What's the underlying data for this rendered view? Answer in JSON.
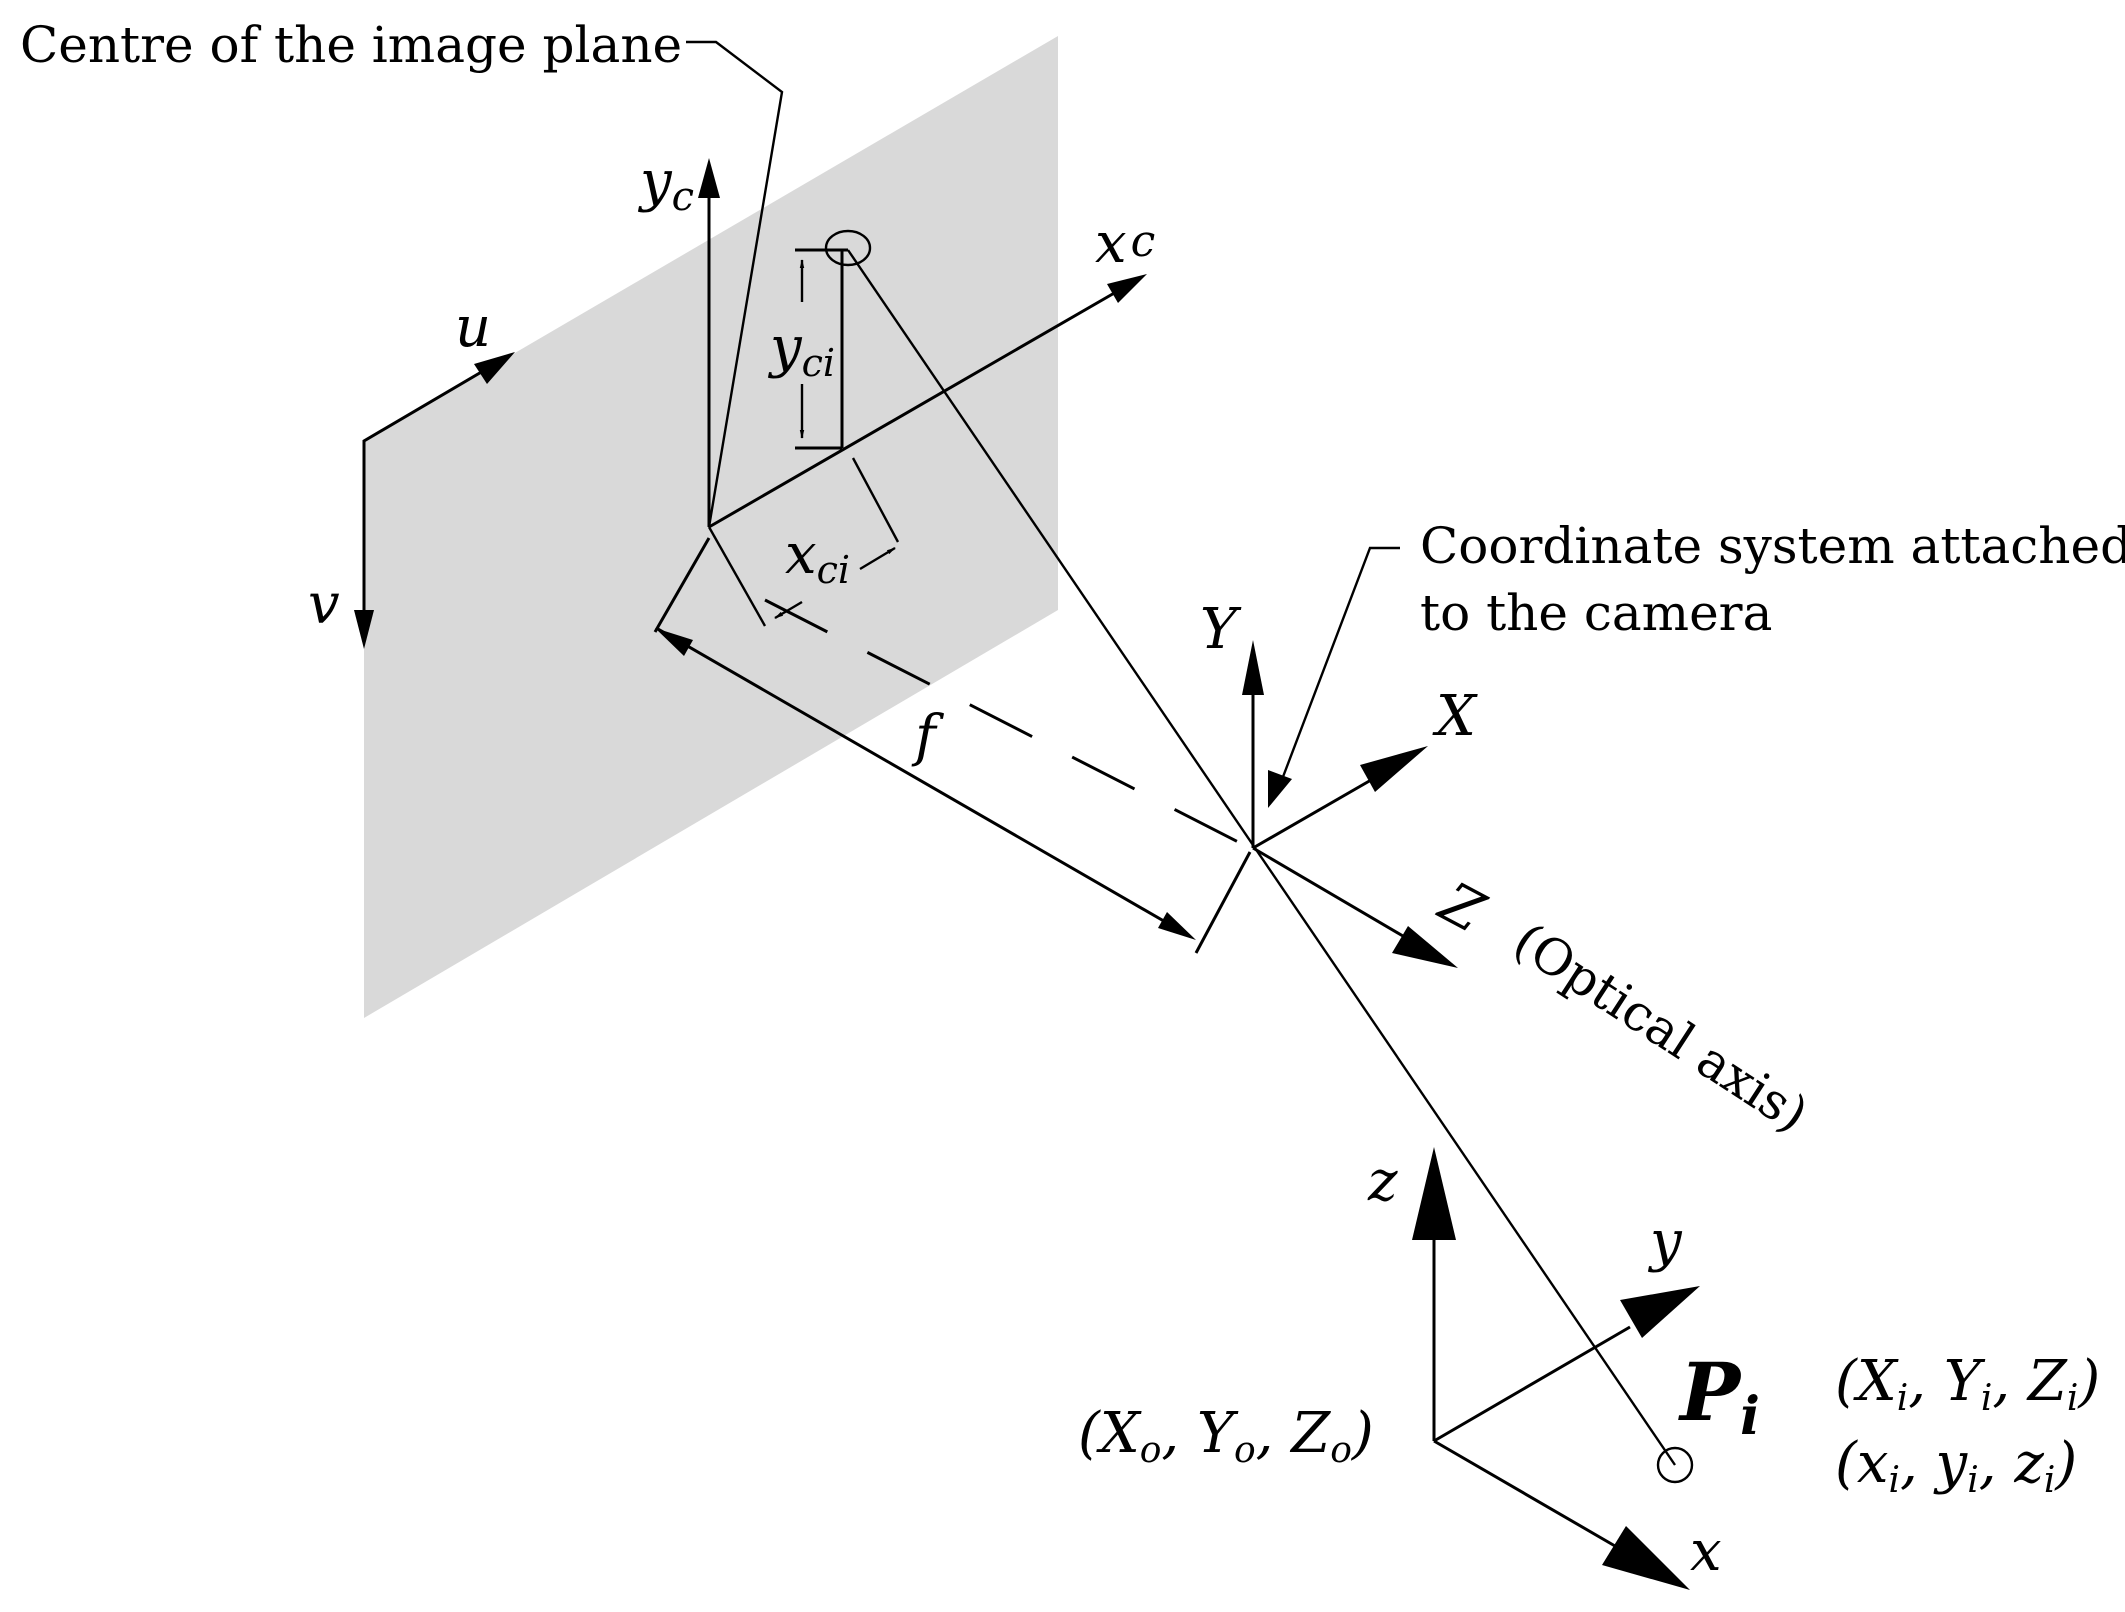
{
  "annotations": {
    "image_plane_centre": "Centre of the image plane",
    "camera_coords_line1": "Coordinate system attached",
    "camera_coords_line2": "to the camera",
    "optical_axis": "(Optical axis)"
  },
  "labels": {
    "u": "u",
    "v": "v",
    "yc": "y",
    "yc_sub": "c",
    "xc": "x",
    "xc_sub": "c",
    "yci": "y",
    "yci_sub": "ci",
    "xci": "x",
    "xci_sub": "ci",
    "f": "f",
    "X": "X",
    "Y": "Y",
    "Z": "Z",
    "z": "z",
    "y": "y",
    "x": "x",
    "Pi": "P",
    "Pi_sub": "i",
    "origin_world": "(X",
    "origin_world_o1": "o",
    "origin_world_y": ", Y",
    "origin_world_o2": "o",
    "origin_world_z": ", Z",
    "origin_world_o3": "o",
    "origin_world_end": ")",
    "point_world": "(X",
    "point_world_i1": "i",
    "point_world_y": ", Y",
    "point_world_i2": "i",
    "point_world_z": ", Z",
    "point_world_i3": "i",
    "point_world_end": ")",
    "point_local": "(x",
    "point_local_i1": "i",
    "point_local_y": ", y",
    "point_local_i2": "i",
    "point_local_z": ", z",
    "point_local_i3": "i",
    "point_local_end": ")"
  },
  "colors": {
    "image_plane_fill": "#d9d9d9",
    "ink": "#000000",
    "background": "#ffffff"
  }
}
